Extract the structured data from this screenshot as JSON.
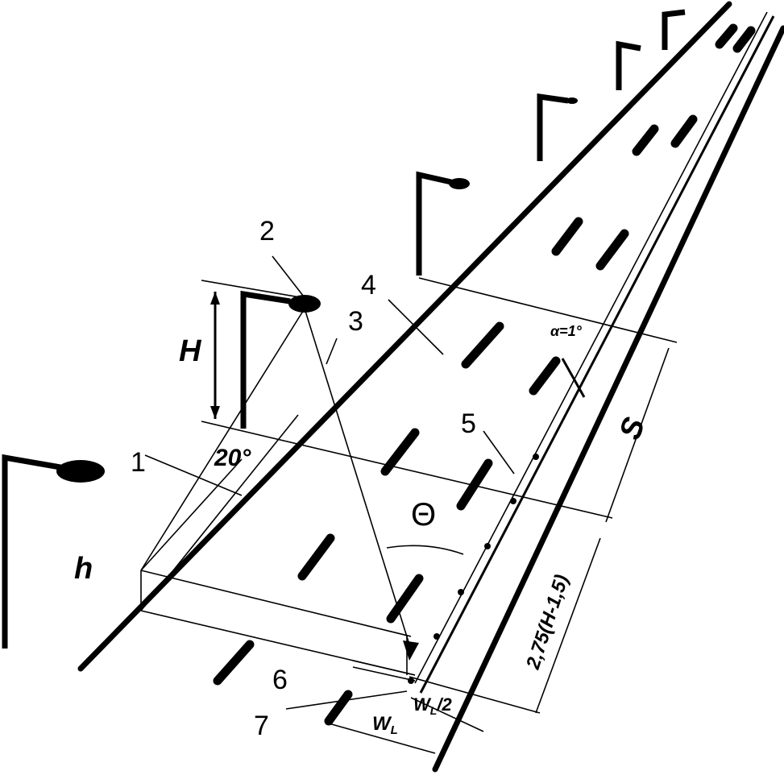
{
  "labels": {
    "n1": "1",
    "n2": "2",
    "n3": "3",
    "n4": "4",
    "n5": "5",
    "n6": "6",
    "n7": "7",
    "H": "H",
    "h": "h",
    "angle20": "20°",
    "theta": "Θ",
    "alpha": "α=1°",
    "S": "S",
    "dist": "2,75(H-1,5)",
    "wl2": "W",
    "wl2_sub": "L",
    "wl2_tail": "/2",
    "wl": "W",
    "wl_sub": "L"
  }
}
